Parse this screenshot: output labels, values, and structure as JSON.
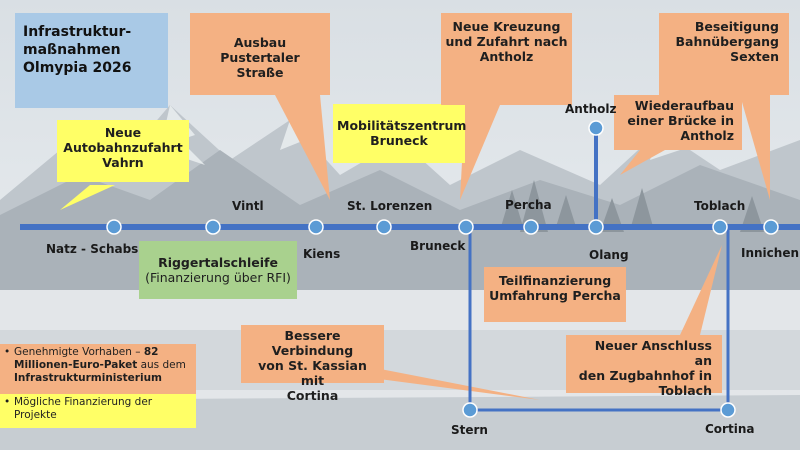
{
  "title": "Infrastruktur-\nmaßnahmen\nOlmypia 2026",
  "colors": {
    "line": "#4472c4",
    "node": "#5b9bd5",
    "orange_box": "#f4b183",
    "yellow_box": "#ffff66",
    "green_box": "#a9d18e",
    "title_box": "#a9c9e6"
  },
  "stations": {
    "natz_schabs": "Natz - Schabs",
    "vintl": "Vintl",
    "kiens": "Kiens",
    "st_lorenzen": "St. Lorenzen",
    "bruneck": "Bruneck",
    "percha": "Percha",
    "olang": "Olang",
    "antholz": "Antholz",
    "toblach": "Toblach",
    "innichen": "Innichen",
    "stern": "Stern",
    "cortina": "Cortina"
  },
  "callouts": {
    "autobahnzufahrt": "Neue\nAutobahnzufahrt\nVahrn",
    "pustertaler": "Ausbau Pustertaler\nStraße",
    "mobilitaet": "Mobilitätszentrum\nBruneck",
    "kreuzung": "Neue Kreuzung\nund Zufahrt nach\nAntholz",
    "bahnuebergang": "Beseitigung\nBahnübergang\nSexten",
    "bruecke": "Wiederaufbau\neiner Brücke in\nAntholz",
    "riggertal_title": "Riggertalschleife",
    "riggertal_sub": "(Finanzierung über RFI)",
    "percha_umfahrung": "Teilfinanzierung\nUmfahrung Percha",
    "kassian": "Bessere Verbindung\nvon St. Kassian mit\nCortina",
    "zugbahnhof": "Neuer Anschluss an\nden Zugbahnhof in\nToblach"
  },
  "legend": {
    "approved_pre": "Genehmigte Vorhaben – ",
    "approved_bold": "82 Millionen-Euro-Paket",
    "approved_mid": " aus dem ",
    "approved_bold2": "Infrastrukturministerium",
    "possible": "Mögliche Finanzierung der Projekte"
  }
}
